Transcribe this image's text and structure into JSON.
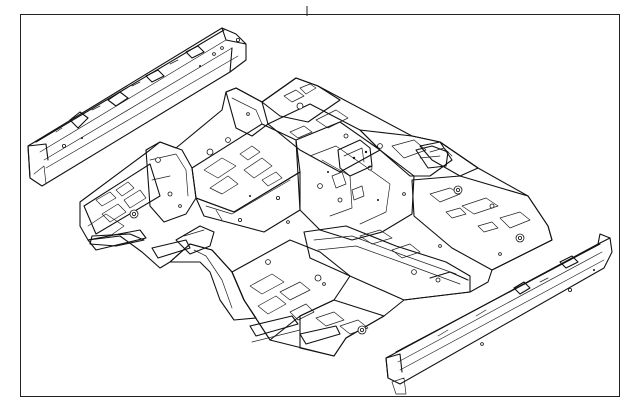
{
  "diagram": {
    "background_color": "#ffffff",
    "line_color": "#111111",
    "parts": [
      {
        "id": "floor-pan",
        "icon": "floor-pan-assembly"
      },
      {
        "id": "left-side-sill",
        "icon": "side-sill-rail"
      },
      {
        "id": "right-side-sill",
        "icon": "side-sill-rail"
      }
    ]
  }
}
